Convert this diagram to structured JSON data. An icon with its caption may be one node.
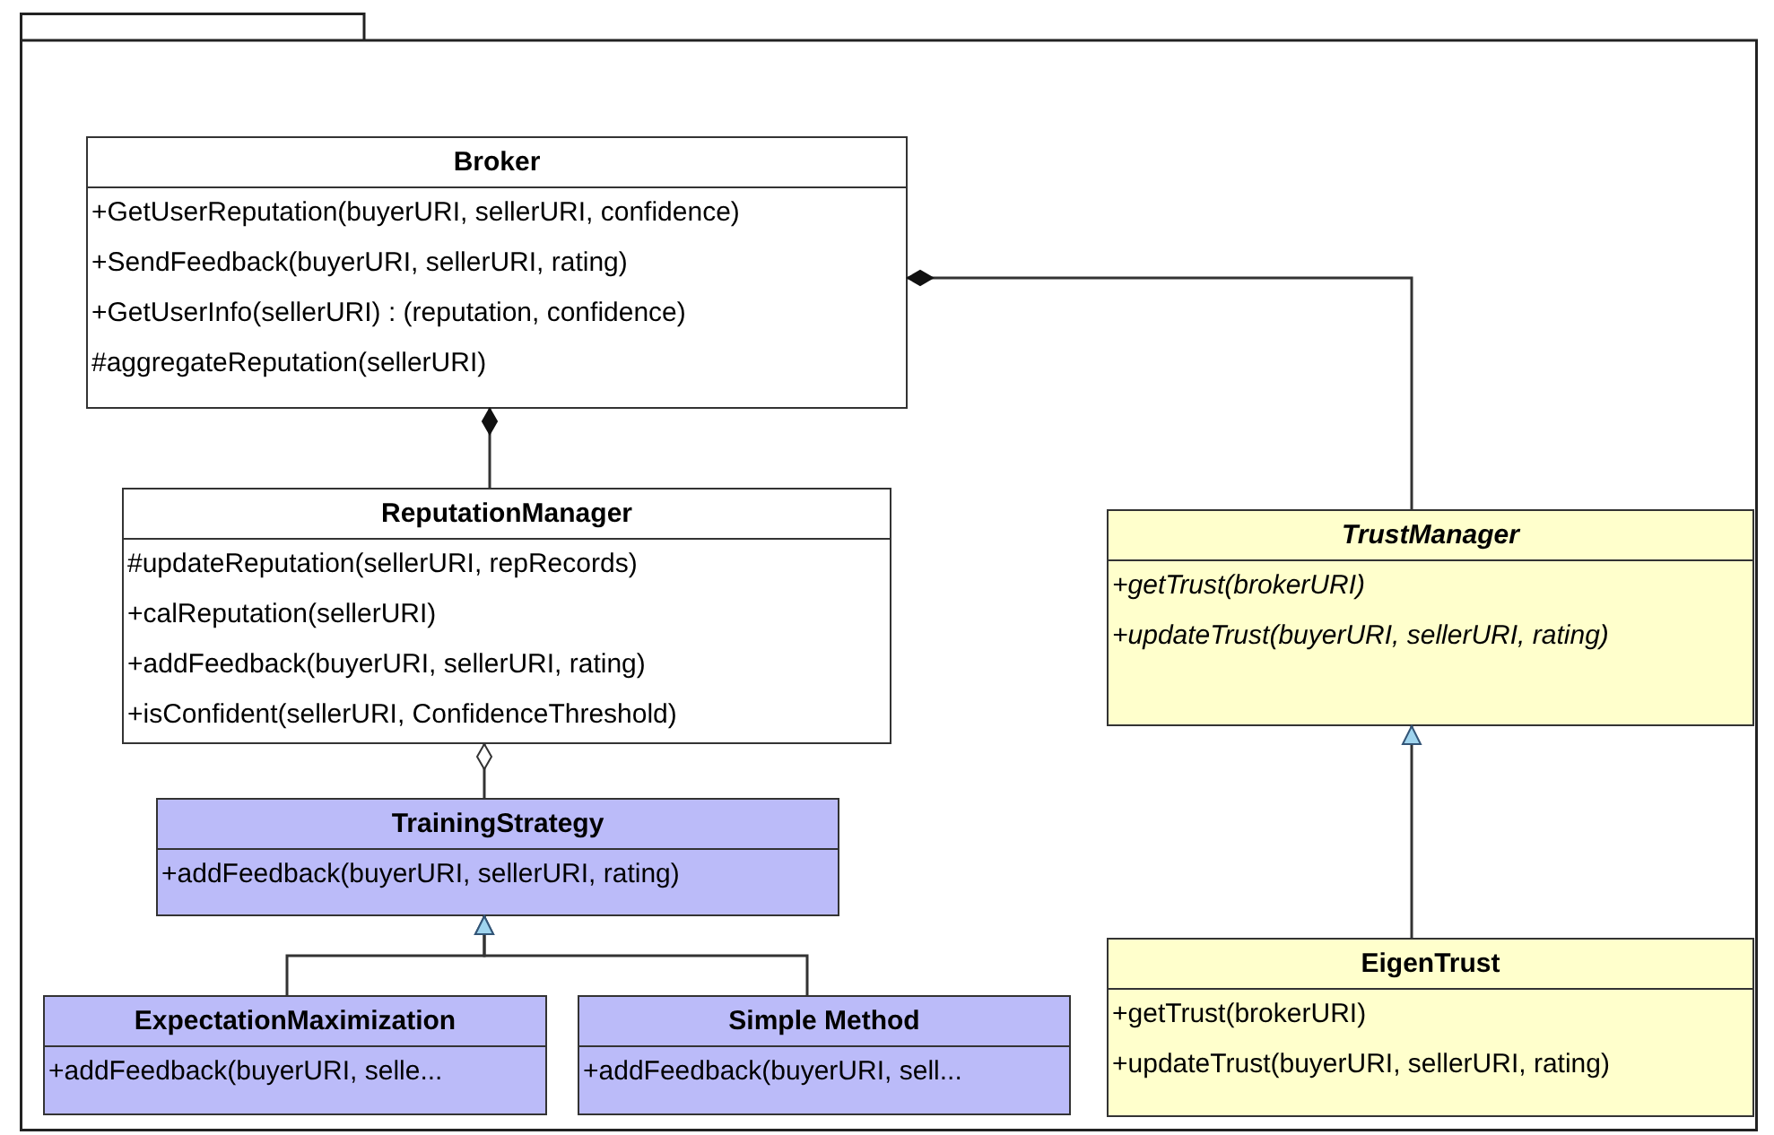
{
  "diagram": {
    "nodes": [
      {
        "text": [],
        "shape": "box"
      },
      {
        "text": [
          "Broker",
          "+GetUserReputation(buyerURI, sellerURI, confidence)",
          "+SendFeedback(buyerURI, sellerURI, rating)",
          "+GetUserInfo(sellerURI) : (reputation, confidence)",
          "#aggregateReputation(sellerURI)"
        ],
        "in": 0
      },
      {
        "text": [
          "ReputationManager",
          "#updateReputation(sellerURI, repRecords)",
          "+calReputation(sellerURI)",
          "+addFeedback(buyerURI, sellerURI, rating)",
          "+isConfident(sellerURI, ConfidenceThreshold)"
        ],
        "in": 0
      },
      {
        "text": [
          "TrainingStrategy",
          "+addFeedback(buyerURI, sellerURI, rating)"
        ],
        "in": 0
      },
      {
        "text": [
          "ExpectationMaximization",
          "+addFeedback(buyerURI, selle..."
        ],
        "in": 0
      },
      {
        "text": [
          "Simple Method",
          "+addFeedback(buyerURI, sell..."
        ],
        "in": 0
      },
      {
        "text": [
          "TrustManager",
          "+getTrust(brokerURI)",
          "+updateTrust(buyerURI, sellerURI, rating)"
        ],
        "in": 0
      },
      {
        "text": [
          "EigenTrust",
          "+getTrust(brokerURI)",
          "+updateTrust(buyerURI, sellerURI, rating)"
        ],
        "in": 0
      }
    ],
    "edges": [
      {
        "from": 2,
        "to": 1,
        "arrow": "other"
      },
      {
        "from": 6,
        "to": 1,
        "arrow": "other"
      },
      {
        "from": 3,
        "to": 2,
        "arrow": "other"
      },
      {
        "from": 4,
        "to": 3,
        "arrow": "to"
      },
      {
        "from": 5,
        "to": 3,
        "arrow": "to"
      },
      {
        "from": 7,
        "to": 6,
        "arrow": "to"
      }
    ]
  }
}
